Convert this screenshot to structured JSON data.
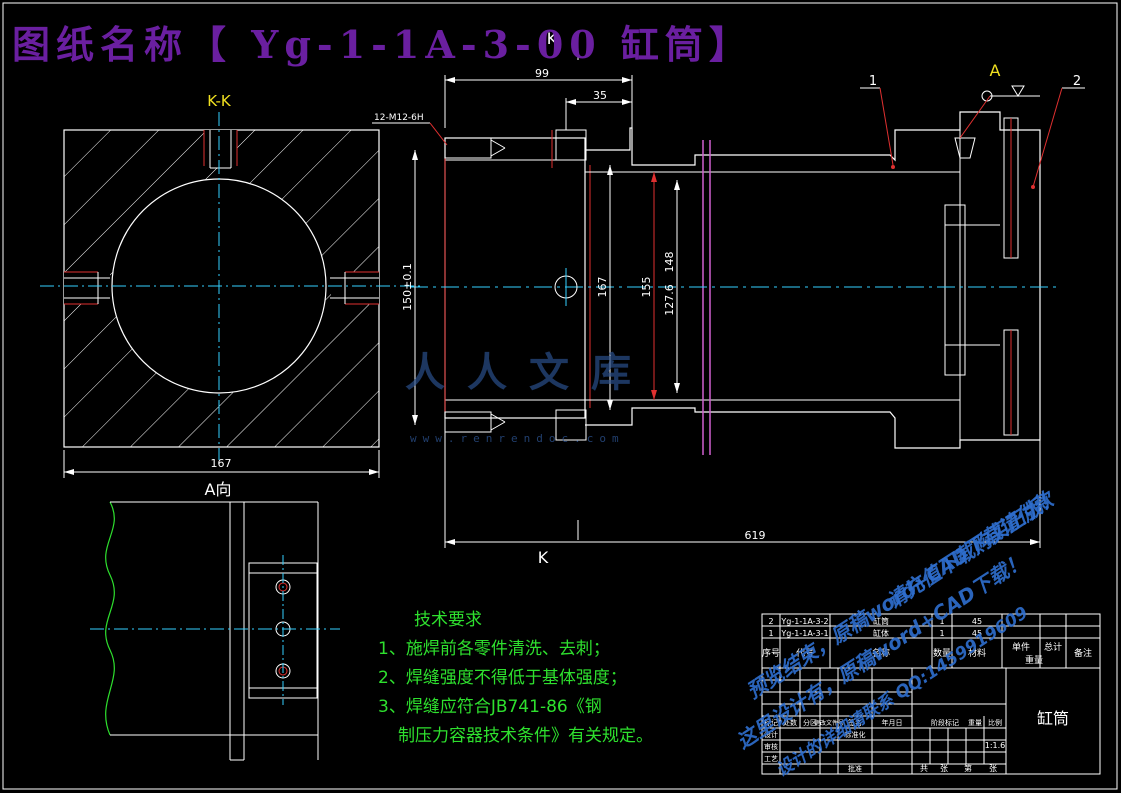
{
  "header": {
    "title": "图纸名称【 Yg-1-1A-3-00 缸筒】"
  },
  "section_view": {
    "label": "K-K",
    "width_dim": "167"
  },
  "direction_view": {
    "label": "A向"
  },
  "main_view": {
    "section_marks": {
      "top": "K",
      "bottom": "K"
    },
    "dims": {
      "d99": "99",
      "d35": "35",
      "thread": "12-M12-6H",
      "d150": "150±0.1",
      "d167": "167",
      "d155": "155",
      "d127": "127.6",
      "d148": "148",
      "d619": "619"
    },
    "view_arrow": "A",
    "part_numbers": [
      "1",
      "2"
    ]
  },
  "tech_requirements": {
    "title": "技术要求",
    "items": [
      "1、施焊前各零件清洗、去刺；",
      "2、焊缝强度不得低于基体强度；",
      "3、焊缝应符合JB741-86《钢",
      "制压力容器技术条件》有关规定。"
    ]
  },
  "parts_list": {
    "rows": [
      {
        "no": "2",
        "code": "Yg-1-1A-3-2",
        "name": "缸筒",
        "qty": "1",
        "material": "45"
      },
      {
        "no": "1",
        "code": "Yg-1-1A-3-1",
        "name": "缸体",
        "qty": "1",
        "material": "45"
      }
    ],
    "headers": {
      "no": "序号",
      "code": "代号",
      "name": "名称",
      "qty": "数量",
      "material": "材料",
      "unit_weight": "单件",
      "total_weight": "总计",
      "weight": "重量",
      "remark": "备注"
    }
  },
  "title_block": {
    "drawing_name": "缸筒",
    "scale": "1:1.6",
    "labels": [
      "标记",
      "处数",
      "分区",
      "更改文件号",
      "签名",
      "年月日",
      "设计",
      "标准化",
      "审核",
      "工艺",
      "批准",
      "阶段标记",
      "重量",
      "比例",
      "共",
      "张",
      "第",
      "张"
    ]
  },
  "watermarks": {
    "logo": "人人文库",
    "url": "www.renrendoc.com",
    "lines": [
      "预览结束，原稿word+CAD下载请付款",
      "这里设计有，原稿word+CAD下载！",
      "请充值下载购买正版！",
      "设计的详细请联系 QQ:1459919609"
    ]
  }
}
